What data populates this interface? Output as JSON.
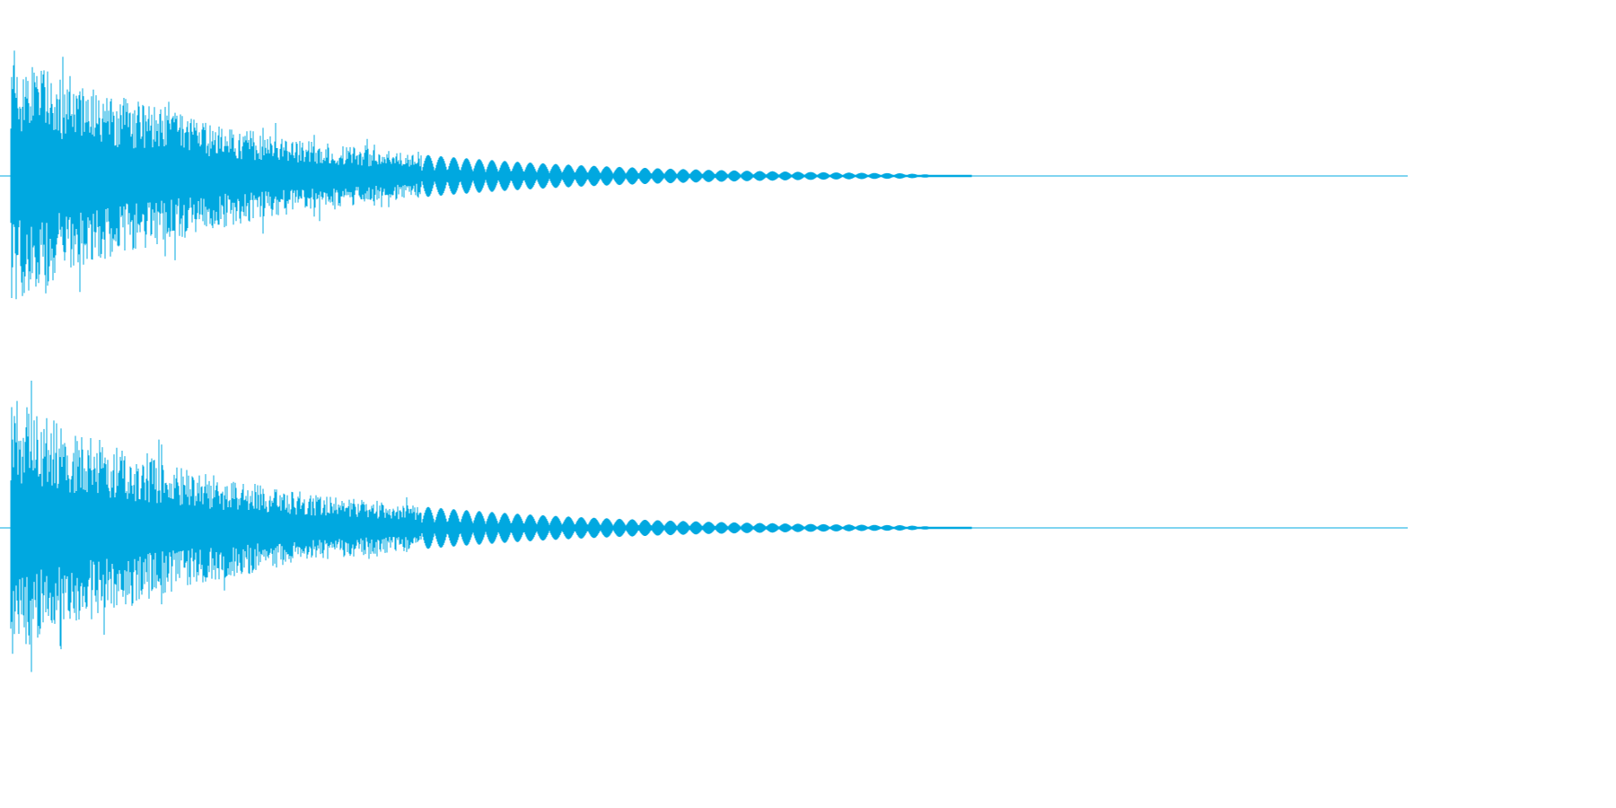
{
  "waveform": {
    "color": "#00a8e0",
    "background": "#ffffff",
    "channels": [
      {
        "id": "channel-1"
      },
      {
        "id": "channel-2"
      }
    ],
    "envelope": {
      "peak_amplitude": 0.74,
      "attack_peak_time": 0.012,
      "decay_to_quarter_time": 0.23,
      "sound_end_time": 0.69,
      "pulse_region_start_time": 0.3
    }
  }
}
